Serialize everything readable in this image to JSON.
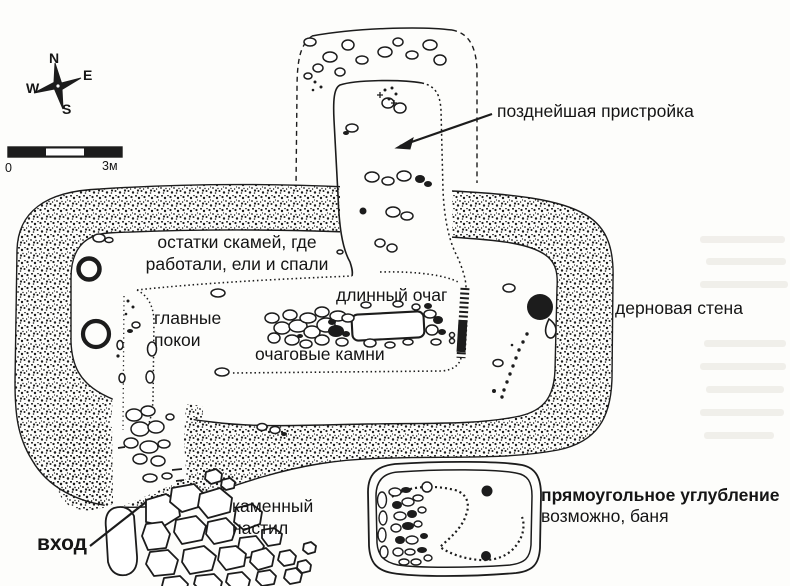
{
  "colors": {
    "ink": "#1c1c1c",
    "paper": "#fdfdfb"
  },
  "compass": {
    "north": "N",
    "east": "E",
    "west": "W",
    "south": "S"
  },
  "scale_bar": {
    "zero": "0",
    "length": "3м"
  },
  "labels": {
    "annex": "позднейшая пристройка",
    "benches_1": "остатки скамей, где",
    "benches_2": "работали, ели и спали",
    "long_hearth": "длинный очаг",
    "main_quarters_1": "главные",
    "main_quarters_2": "покои",
    "hearth_stones": "очаговые камни",
    "turf_wall": "дерновая стена",
    "stone_paving_1": "каменный",
    "stone_paving_2": "настил",
    "entrance": "вход",
    "rect_depression": "прямоугольное углубление",
    "possibly_bath": "возможно, баня"
  }
}
